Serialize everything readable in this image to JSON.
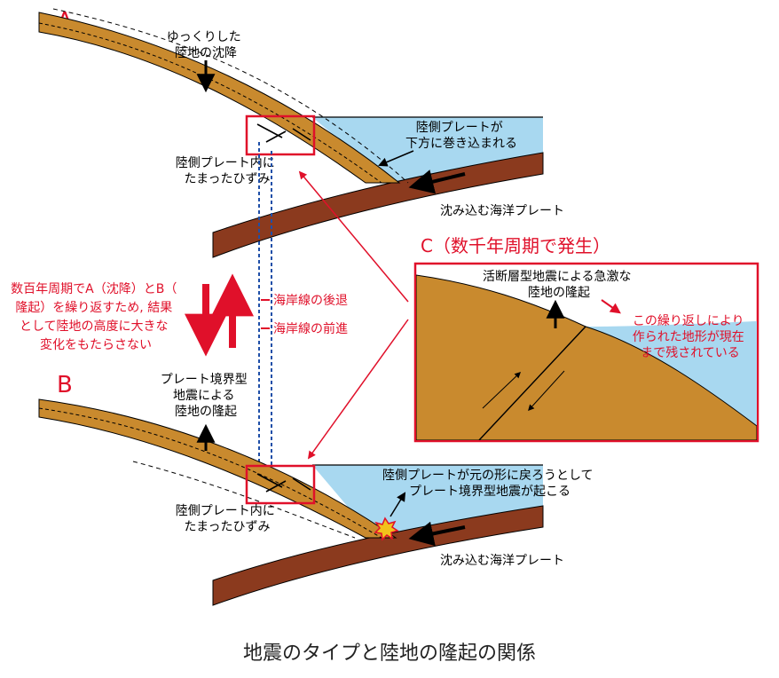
{
  "panel_a": {
    "letter": "A",
    "subsidence_label": [
      "ゆっくりした",
      "陸地の沈降"
    ],
    "drag_label": [
      "陸側プレートが",
      "下方に巻き込まれる"
    ],
    "strain_label": [
      "陸側プレート内に",
      "たまったひずみ"
    ],
    "slab_label": "沈み込む海洋プレート"
  },
  "cycle_note": [
    "数百年周期でA（沈降）とB（",
    "隆起）を繰り返すため, 結果",
    "として陸地の高度に大きな",
    "変化をもたらさない"
  ],
  "shoreline": {
    "retreat": "海岸線の後退",
    "advance": "海岸線の前進"
  },
  "panel_b": {
    "letter": "B",
    "uplift_label": [
      "プレート境界型",
      "地震による",
      "陸地の隆起"
    ],
    "rebound_label": [
      "陸側プレートが元の形に戻ろうとして",
      "プレート境界型地震が起こる"
    ],
    "strain_label": [
      "陸側プレート内に",
      "たまったひずみ"
    ],
    "slab_label": "沈み込む海洋プレート"
  },
  "panel_c": {
    "title": "C（数千年周期で発生）",
    "fault_label": [
      "活断層型地震による急激な",
      "陸地の隆起"
    ],
    "landform_label": [
      "この繰り返しにより",
      "作られた地形が現在",
      "まで残されている"
    ]
  },
  "caption": "地震のタイプと陸地の隆起の関係",
  "colors": {
    "land_plate": "#c98a2e",
    "ocean_plate": "#8b3a1e",
    "sea": "#a8d8f0",
    "accent_red": "#e0102a",
    "shore_line": "#1f4fa8"
  }
}
